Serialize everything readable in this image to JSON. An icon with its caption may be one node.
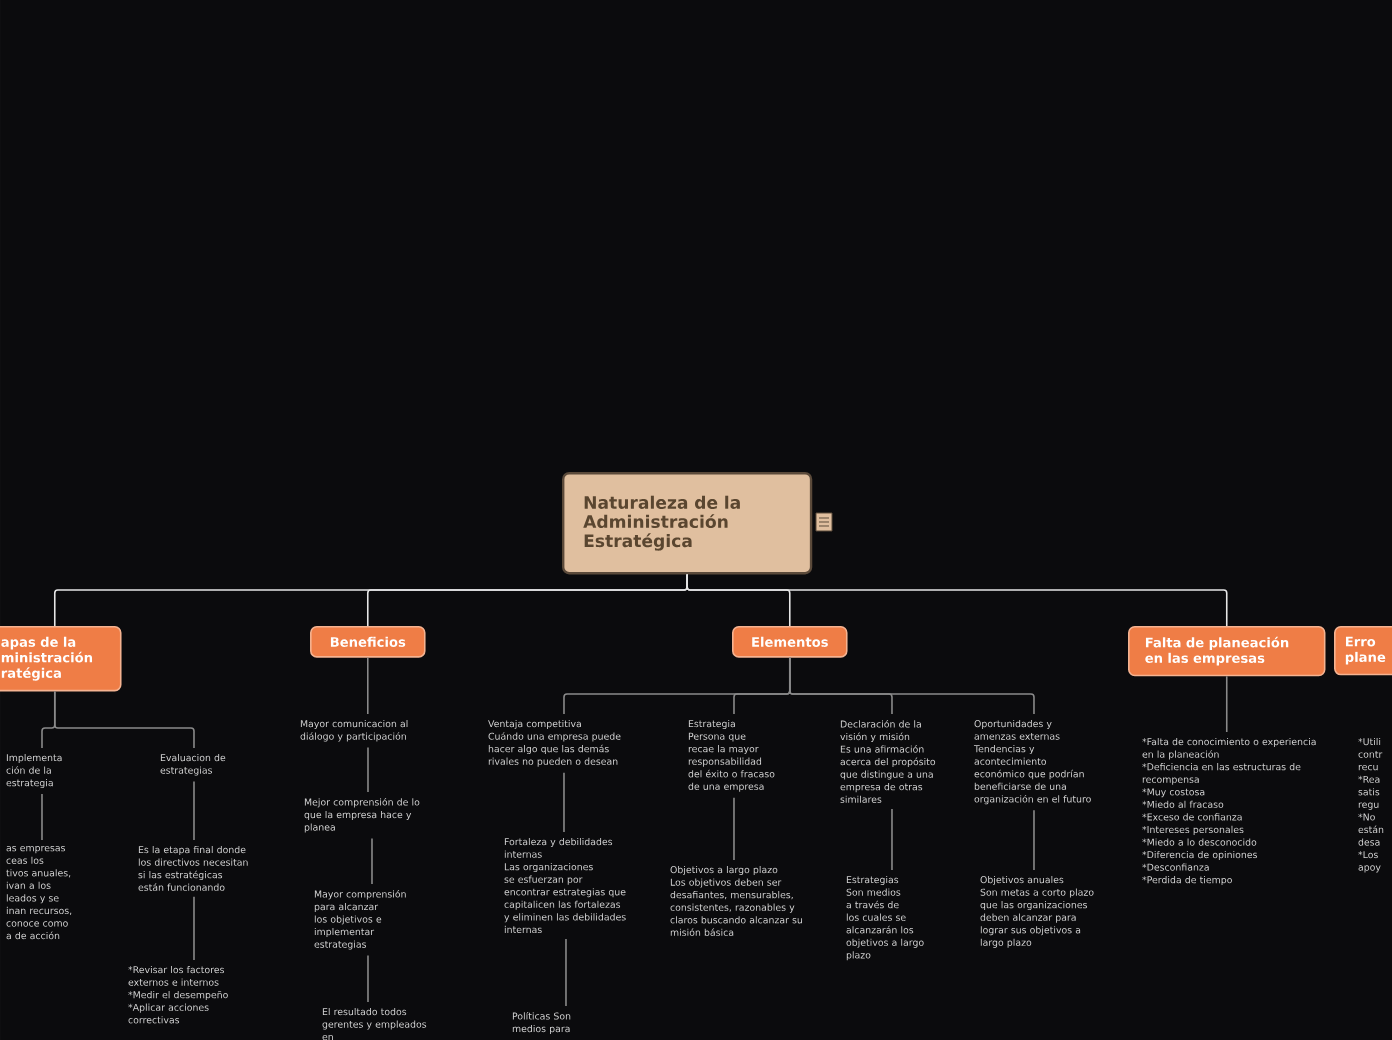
{
  "diagram": {
    "nodes": [
      {
        "text": [
          "Naturaleza de la Administración Estratégica"
        ]
      },
      {
        "text": [
          "apas de la ministración ratégica"
        ]
      },
      {
        "text": [
          "Beneficios"
        ]
      },
      {
        "text": [
          "Elementos"
        ]
      },
      {
        "text": [
          "Falta de planeación en las empresas"
        ]
      },
      {
        "text": [
          "Erro plane"
        ]
      },
      {
        "text": [
          "Implementa ción de la estrategia"
        ]
      },
      {
        "text": [
          "Evaluacion de estrategias"
        ]
      },
      {
        "text": [
          "as empresas",
          "ceas los",
          "tivos anuales,",
          "ivan a los",
          "leados y se",
          "inan recursos,",
          "conoce como",
          "a de acción"
        ]
      },
      {
        "text": [
          "Es la etapa final donde los directivos necesitan si las estratégicas están funcionando"
        ]
      },
      {
        "text": [
          "*Revisar los factores externos e internos",
          "*Medir el desempeño",
          "*Aplicar acciones correctivas"
        ]
      },
      {
        "text": [
          "Mayor comunicacion al diálogo y participación"
        ]
      },
      {
        "text": [
          "Mejor comprensión de lo que la empresa hace y planea"
        ]
      },
      {
        "text": [
          "Mayor comprensión para alcanzar los objetivos e implementar estrategias"
        ]
      },
      {
        "text": [
          "El resultado todos gerentes y empleados en"
        ]
      },
      {
        "text": [
          "Ventaja competitiva",
          "Cuándo una empresa puede hacer algo que las demás rivales no pueden o desean"
        ]
      },
      {
        "text": [
          "Estrategia",
          "Persona que recae la mayor responsabilidad del éxito o fracaso de una empresa"
        ]
      },
      {
        "text": [
          "Declaración de la visión y misión",
          "Es una afirmación acerca del propósito que distingue a una empresa de otras similares"
        ]
      },
      {
        "text": [
          "Oportunidades y amenzas externas",
          "Tendencias y acontecimiento económico que podrían beneficiarse de una organización en el futuro"
        ]
      },
      {
        "text": [
          "Fortaleza y debilidades internas",
          "Las organizaciones se esfuerzan por encontrar estrategias que capitalicen las fortalezas y eliminen las debilidades internas"
        ]
      },
      {
        "text": [
          "Políticas Son medios para"
        ]
      },
      {
        "text": [
          "Objetivos a largo plazo",
          "Los objetivos deben ser desafiantes, mensurables, consistentes, razonables y claros buscando alcanzar su misión básica"
        ]
      },
      {
        "text": [
          "Estrategias",
          "Son medios a través de los cuales se alcanzarán los objetivos a largo plazo"
        ]
      },
      {
        "text": [
          "Objetivos anuales",
          "Son metas a corto plazo que las organizaciones deben alcanzar para lograr sus objetivos a largo plazo"
        ]
      },
      {
        "text": [
          "*Falta de conocimiento o experiencia en la planeación",
          "*Deficiencia en las estructuras de recompensa",
          "*Muy costosa",
          "*Miedo al fracaso",
          "*Exceso de confianza",
          "*Intereses personales",
          "*Miedo a lo desconocido",
          "*Diferencia de opiniones",
          "*Desconfianza",
          "*Perdida de tiempo"
        ]
      },
      {
        "text": [
          "*Utili",
          "contr",
          "recu",
          "*Rea",
          "satis",
          "regu",
          "*No",
          "están",
          "desa",
          "*Los",
          "apoy"
        ]
      }
    ],
    "edges": [
      {
        "from": 0,
        "to": 1,
        "arrow": "none",
        "color": "#e6e6e6"
      },
      {
        "from": 0,
        "to": 2,
        "arrow": "none",
        "color": "#e6e6e6"
      },
      {
        "from": 0,
        "to": 3,
        "arrow": "none",
        "color": "#e6e6e6"
      },
      {
        "from": 0,
        "to": 4,
        "arrow": "none",
        "color": "#e6e6e6"
      },
      {
        "from": 1,
        "to": 6,
        "arrow": "none"
      },
      {
        "from": 1,
        "to": 7,
        "arrow": "none"
      },
      {
        "from": 6,
        "to": 8,
        "arrow": "none"
      },
      {
        "from": 7,
        "to": 9,
        "arrow": "none"
      },
      {
        "from": 9,
        "to": 10,
        "arrow": "none"
      },
      {
        "from": 2,
        "to": 11,
        "arrow": "none"
      },
      {
        "from": 11,
        "to": 12,
        "arrow": "none"
      },
      {
        "from": 12,
        "to": 13,
        "arrow": "none"
      },
      {
        "from": 13,
        "to": 14,
        "arrow": "none"
      },
      {
        "from": 3,
        "to": 15,
        "arrow": "none"
      },
      {
        "from": 3,
        "to": 16,
        "arrow": "none"
      },
      {
        "from": 3,
        "to": 17,
        "arrow": "none"
      },
      {
        "from": 3,
        "to": 18,
        "arrow": "none"
      },
      {
        "from": 15,
        "to": 19,
        "arrow": "none"
      },
      {
        "from": 19,
        "to": 20,
        "arrow": "none"
      },
      {
        "from": 16,
        "to": 21,
        "arrow": "none"
      },
      {
        "from": 17,
        "to": 22,
        "arrow": "none"
      },
      {
        "from": 18,
        "to": 23,
        "arrow": "none"
      },
      {
        "from": 4,
        "to": 24,
        "arrow": "none"
      }
    ]
  }
}
